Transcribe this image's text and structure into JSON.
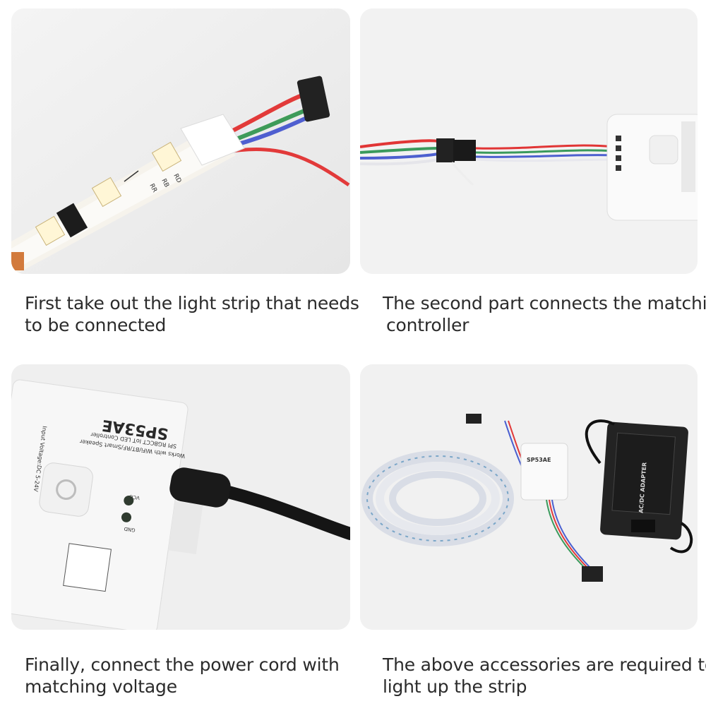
{
  "panels": [
    {
      "caption_lines": [
        "First take out the light strip that needs",
        "to be connected"
      ],
      "pcb_labels": [
        "RD",
        "RB",
        "RR"
      ]
    },
    {
      "caption_lines": [
        "The second part connects the matching",
        "controller"
      ]
    },
    {
      "caption_lines": [
        "Finally, connect the power cord with",
        "matching voltage"
      ],
      "controller": {
        "model": "SP53AE",
        "line1": "SPI RGBCCT IoT LED Controller",
        "line2": "Works with WiFi/BT/RF/Smart Speaker",
        "input_label": "Input Voltage:DC 5-24V",
        "vcc": "VCC",
        "gnd": "GND"
      }
    },
    {
      "caption_lines": [
        "The above accessories are required to",
        "light up the strip"
      ],
      "adapter_label": "AC/DC ADAPTER",
      "controller_label": "SP53AE"
    }
  ],
  "colors": {
    "background": "#ffffff",
    "caption_text": "#2b2b2b",
    "photo_bg": "#f1f1f1"
  }
}
